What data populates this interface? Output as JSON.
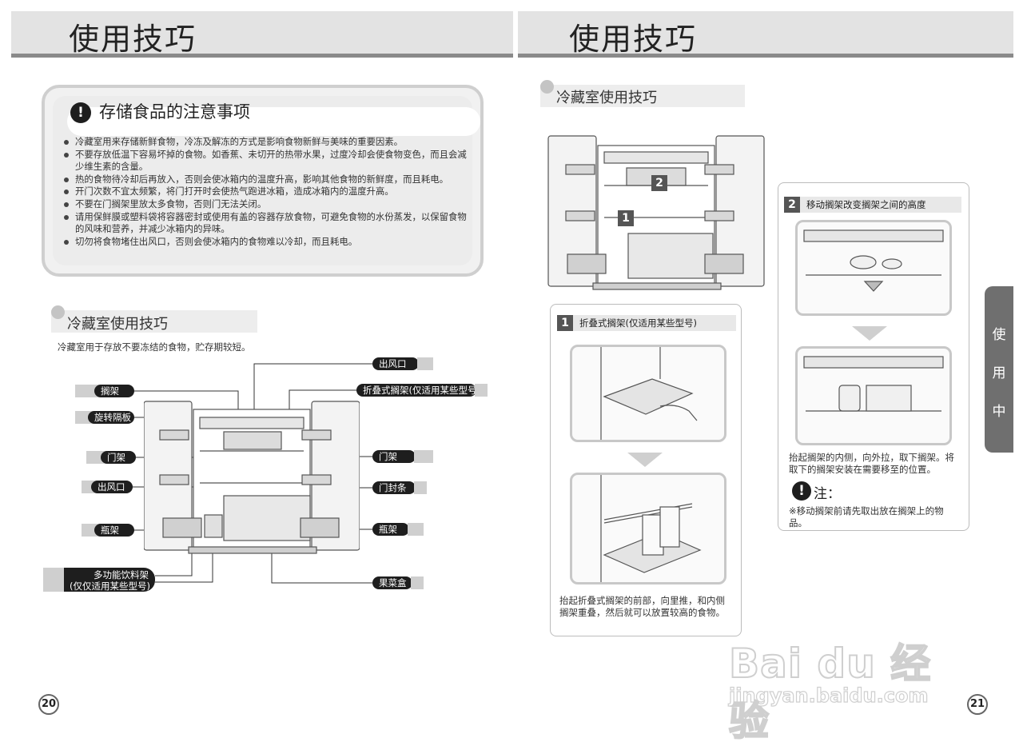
{
  "left_page": {
    "title": "使用技巧",
    "notice": {
      "icon": "exclamation-icon",
      "title": "存储食品的注意事项",
      "items": [
        "冷藏室用来存储新鲜食物，冷冻及解冻的方式是影响食物新鲜与美味的重要因素。",
        "不要存放低温下容易坏掉的食物。如香蕉、未切开的热带水果，过度冷却会使食物变色，而且会减少维生素的含量。",
        "热的食物待冷却后再放入，否则会使冰箱内的温度升高，影响其他食物的新鲜度，而且耗电。",
        "开门次数不宜太频繁，将门打开时会使热气跑进冰箱，造成冰箱内的温度升高。",
        "不要在门搁架里放太多食物，否则门无法关闭。",
        "请用保鲜膜或塑料袋将容器密封或使用有盖的容器存放食物，可避免食物的水份蒸发，以保留食物的风味和营养，并减少冰箱内的异味。",
        "切勿将食物堵住出风口，否则会使冰箱内的食物难以冷却，而且耗电。"
      ]
    },
    "section": {
      "title": "冷藏室使用技巧",
      "description": "冷藏室用于存放不要冻结的食物，贮存期较短。"
    },
    "labels": {
      "shelf": "搁架",
      "rotating_partition": "旋转隔板",
      "door_rack_left": "门架",
      "air_outlet_left": "出风口",
      "bottle_rack_left": "瓶架",
      "multi_drink_rack_line1": "多功能饮料架",
      "multi_drink_rack_line2": "(仅仅适用某些型号)",
      "air_outlet_top": "出风口",
      "folding_shelf": "折叠式搁架(仅适用某些型号)",
      "door_rack_right": "门架",
      "door_seal": "门封条",
      "bottle_rack_right": "瓶架",
      "crisper": "果菜盒"
    },
    "page_number": "20"
  },
  "right_page": {
    "title": "使用技巧",
    "section": {
      "title": "冷藏室使用技巧"
    },
    "callouts": [
      "1",
      "2"
    ],
    "panel1": {
      "number": "1",
      "title": "折叠式搁架(仅适用某些型号)",
      "text": "抬起折叠式搁架的前部，向里推，和内侧搁架重叠，然后就可以放置较高的食物。"
    },
    "panel2": {
      "number": "2",
      "title": "移动搁架改变搁架之间的高度",
      "text": "抬起搁架的内侧，向外拉，取下搁架。将取下的搁架安装在需要移至的位置。",
      "note_label": "注：",
      "note_text": "※移动搁架前请先取出放在搁架上的物品。"
    },
    "side_tab": [
      "使",
      "用",
      "中"
    ],
    "page_number": "21",
    "watermark": {
      "brand": "Bai du 经验",
      "url": "jingyan.baidu.com"
    }
  }
}
